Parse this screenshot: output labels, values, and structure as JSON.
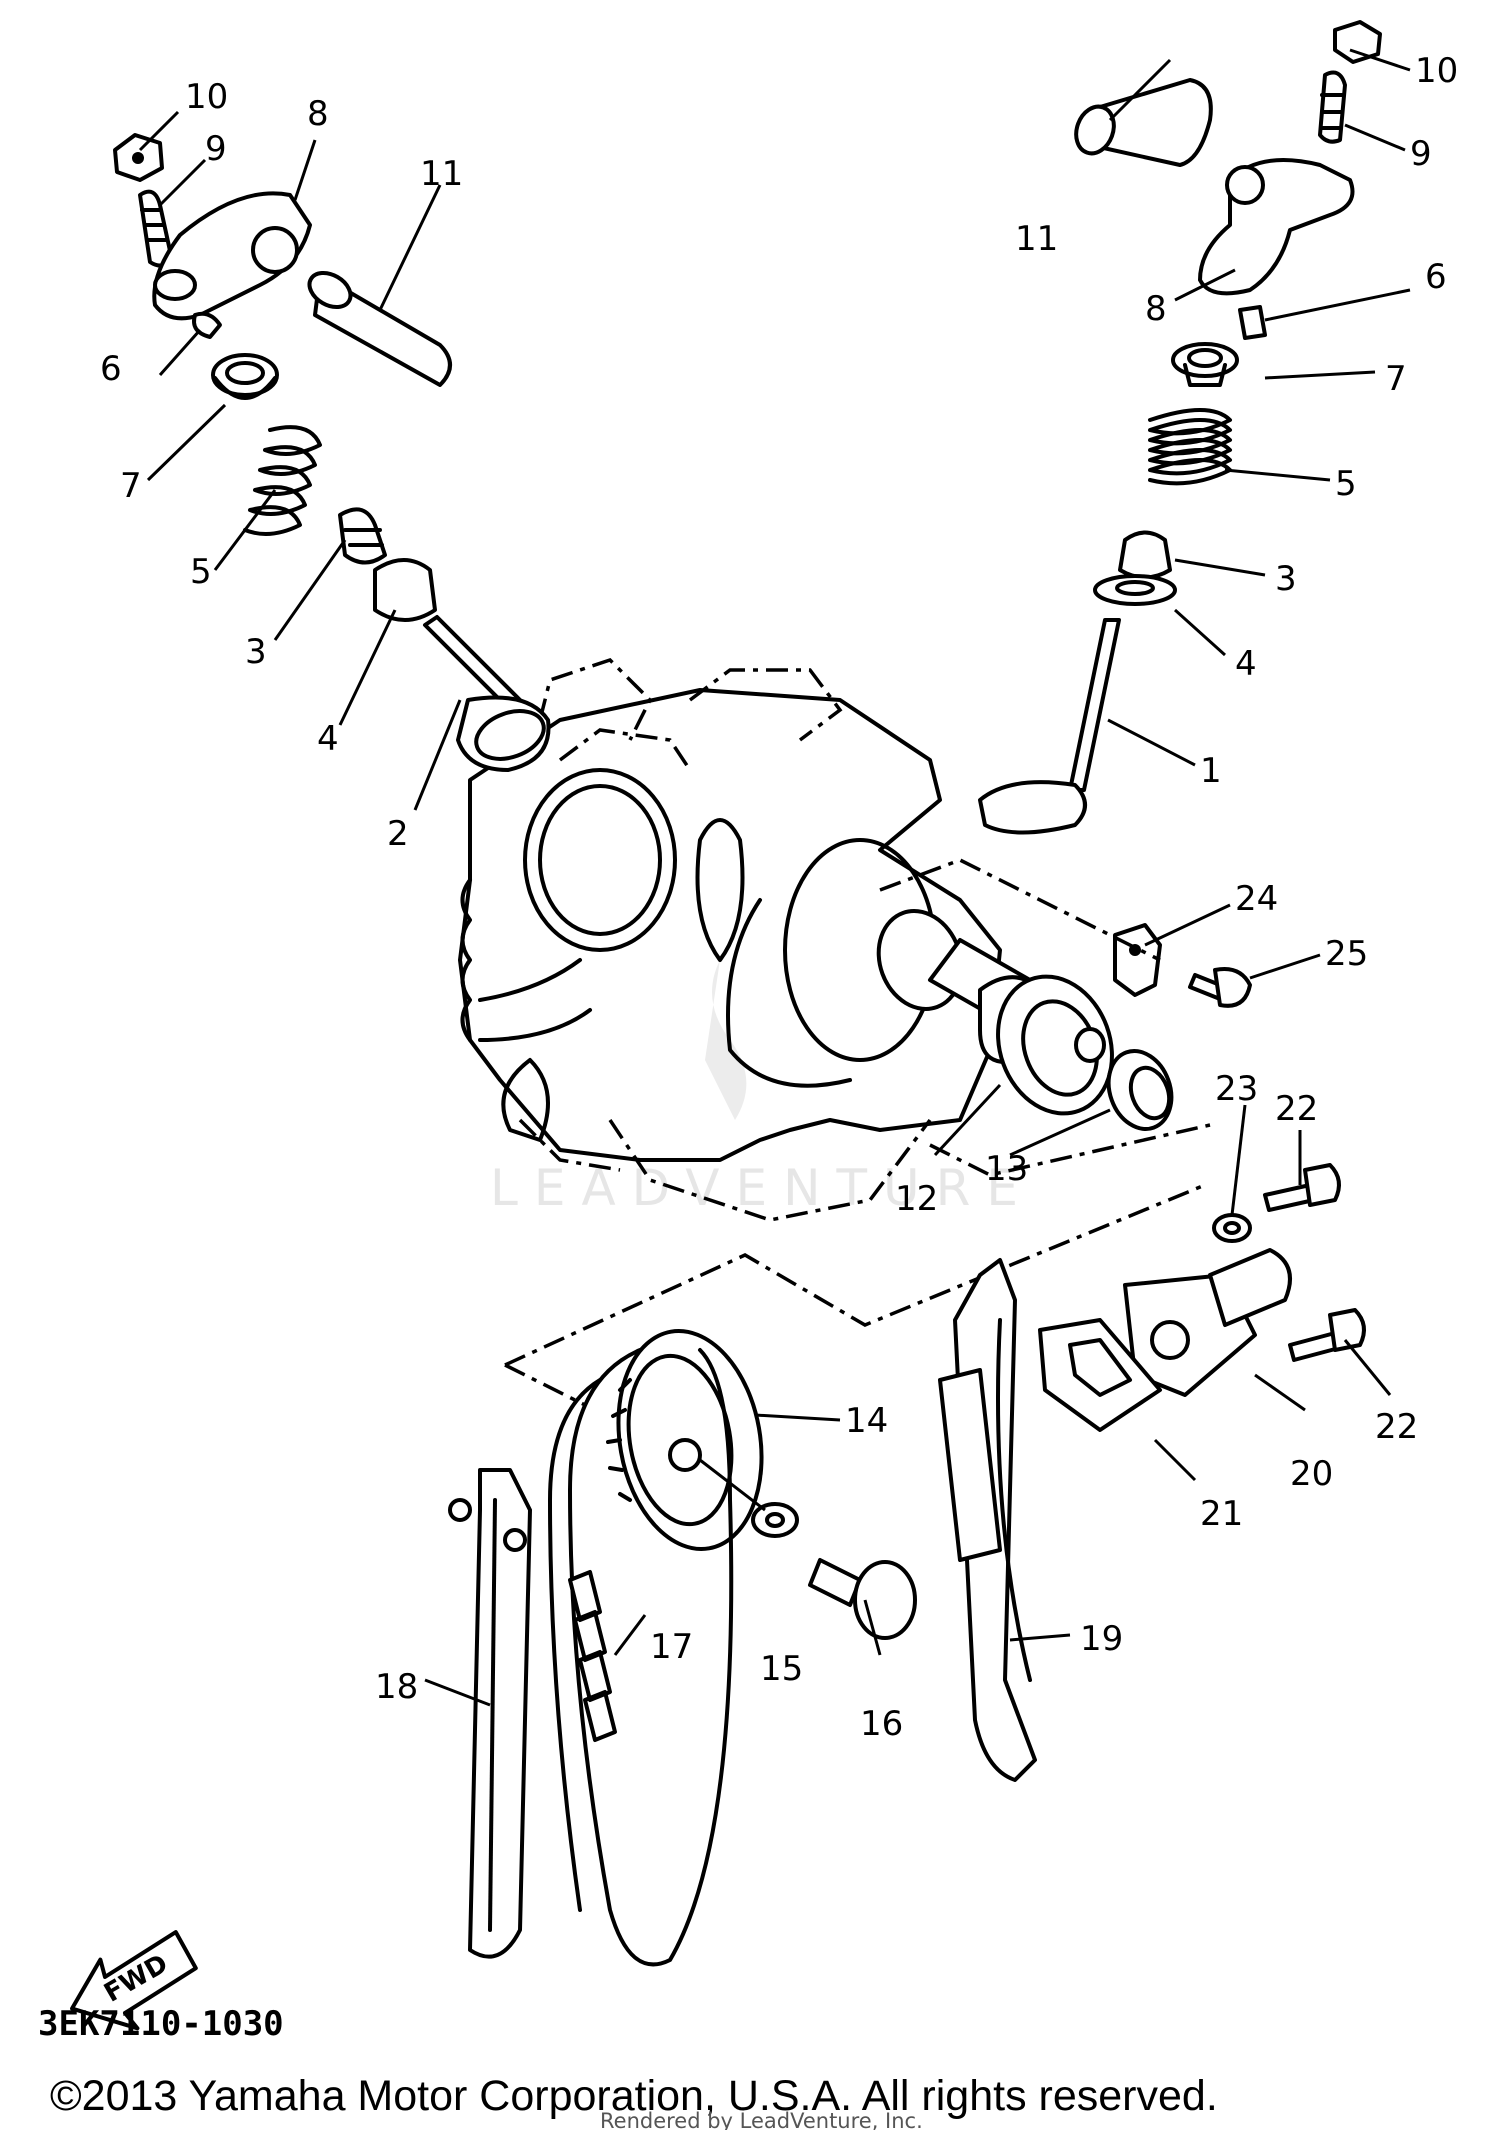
{
  "watermark": "LEADVENTURE",
  "fwd_label": "FWD",
  "diagram_code": "3EK7110-1030",
  "copyright": "©2013 Yamaha Motor Corporation, U.S.A. All rights reserved.",
  "rendered_by": "Rendered by LeadVenture, Inc.",
  "callouts": [
    {
      "id": "10",
      "label": "10"
    },
    {
      "id": "9",
      "label": "9"
    },
    {
      "id": "8",
      "label": "8"
    },
    {
      "id": "11",
      "label": "11"
    },
    {
      "id": "6",
      "label": "6"
    },
    {
      "id": "7",
      "label": "7"
    },
    {
      "id": "5",
      "label": "5"
    },
    {
      "id": "3",
      "label": "3"
    },
    {
      "id": "4",
      "label": "4"
    },
    {
      "id": "2",
      "label": "2"
    },
    {
      "id": "1",
      "label": "1"
    },
    {
      "id": "24",
      "label": "24"
    },
    {
      "id": "25",
      "label": "25"
    },
    {
      "id": "12",
      "label": "12"
    },
    {
      "id": "13",
      "label": "13"
    },
    {
      "id": "22",
      "label": "22"
    },
    {
      "id": "23",
      "label": "23"
    },
    {
      "id": "14",
      "label": "14"
    },
    {
      "id": "20",
      "label": "20"
    },
    {
      "id": "21",
      "label": "21"
    },
    {
      "id": "15",
      "label": "15"
    },
    {
      "id": "16",
      "label": "16"
    },
    {
      "id": "17",
      "label": "17"
    },
    {
      "id": "18",
      "label": "18"
    },
    {
      "id": "19",
      "label": "19"
    }
  ]
}
